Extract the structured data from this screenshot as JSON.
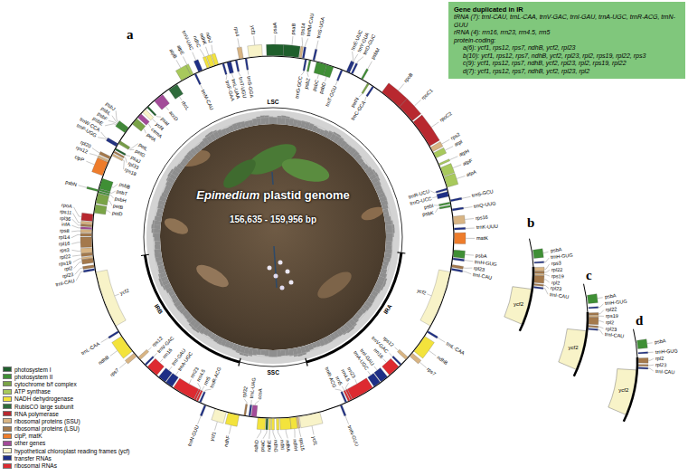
{
  "diagram": {
    "nodes": [
      {
        "text": [
          "Gene duplicated in IR",
          "tRNA (7): trnI-CAU, trnL-CAA, trnV-GAC, trnI-GAU, trnA-UGC, trnR-ACG, trnN-GUU",
          "rRNA (4): rrn16, rrn23, rrn4.5, rrn5",
          "protein-coding:",
          "a(6): ycf1, rps12, rps7, ndhB, ycf2, rpl23",
          "b(10): ycf1, rps12, rps7, ndhB, ycf2, rpl23, rpl2, rps19, rpl22, rps3",
          "c(9): ycf1, rps12, rps7, ndhB, ycf2, rpl23, rpl2, rps19, rpl22",
          "d(7): ycf1, rps12, rps7, ndhB, ycf2, rpl23, rpl2"
        ]
      }
    ],
    "labels": [
      "a",
      "b",
      "c",
      "d",
      "LSC",
      "IRB",
      "SSC",
      "IRA",
      "Epimedium",
      "plastid genome",
      "156,635 - 159,956 bp",
      "trnH-GUG",
      "psbA",
      "trnK-UUU",
      "matK",
      "rps16",
      "trnQ-UUG",
      "psbK",
      "psbI",
      "trnS-GCU",
      "trnG-UCC",
      "trnR-UCU",
      "atpA",
      "atpF",
      "atpH",
      "atpI",
      "rps2",
      "rpoC2",
      "rpoC1",
      "rpoB",
      "trnC-GCA",
      "petN",
      "psbM",
      "trnD-GUC",
      "trnY-GUA",
      "trnE-UUC",
      "trnT-GGU",
      "psbD",
      "psbC",
      "trnS-UGA",
      "psbZ",
      "trnG-GCC",
      "trnfM-CAU",
      "rps14",
      "psaB",
      "psaA",
      "ycf3",
      "trnS-GGA",
      "rps4",
      "trnT-UGU",
      "trnL-UAA",
      "trnF-GAA",
      "ndhJ",
      "ndhK",
      "ndhC",
      "trnV-UAC",
      "trnM-CAU",
      "atpE",
      "atpB",
      "rbcL",
      "accD",
      "psaI",
      "ycf4",
      "cemA",
      "petA",
      "psbJ",
      "psbL",
      "psbF",
      "psbE",
      "petL",
      "petG",
      "trnW-CCA",
      "trnP-UGG",
      "psaJ",
      "rpl33",
      "rps18",
      "rpl20",
      "rps12",
      "clpP",
      "psbB",
      "psbT",
      "psbN",
      "psbH",
      "petB",
      "petD",
      "rpoA",
      "rps11",
      "rpl36",
      "infA",
      "rps8",
      "rpl14",
      "rpl16",
      "rps3",
      "rpl22",
      "rps19",
      "rpl2",
      "rpl23",
      "trnI-CAU",
      "ycf2",
      "trnL-CAA",
      "ndhB",
      "rps7",
      "rps12",
      "trnV-GAC",
      "rrn16",
      "trnI-GAU",
      "trnA-UGC",
      "rrn23",
      "rrn4.5",
      "rrn5",
      "trnR-ACG",
      "trnN-GUU",
      "ycf1",
      "ndhF",
      "rpl32",
      "trnL-UAG",
      "ccsA",
      "ndhD",
      "psaC",
      "ndhE",
      "ndhG",
      "ndhI",
      "ndhA",
      "ndhH",
      "rps15",
      "ycf1",
      "trnN-GUU",
      "trnR-ACG",
      "rrn5",
      "rrn4.5",
      "rrn23",
      "trnA-UGC",
      "trnI-GAU",
      "rrn16",
      "trnV-GAC",
      "rps12",
      "rps7",
      "ndhB",
      "trnL-CAA",
      "ycf2",
      "trnI-CAU",
      "rpl23",
      "psbA",
      "trnH-GUG",
      "rps3",
      "rpl22",
      "rps19",
      "rpl2",
      "rpl23",
      "trnI-CAU",
      "ycf2",
      "psbA",
      "trnH-GUG",
      "rpl22",
      "rps19",
      "rpl2",
      "rpl23",
      "trnI-CAU",
      "ycf2",
      "psbA",
      "trnH-GUG",
      "rpl2",
      "rpl23",
      "trnI-CAU",
      "ycf2"
    ],
    "legend": [
      {
        "text": "photosystem I",
        "color": "#1f5f2c"
      },
      {
        "text": "photosystem II",
        "color": "#3f8f35"
      },
      {
        "text": "cytochrome b/f complex",
        "color": "#7aa447"
      },
      {
        "text": "ATP synthase",
        "color": "#a8c95c"
      },
      {
        "text": "NADH dehydrogenase",
        "color": "#f3e33c"
      },
      {
        "text": "RubisCO large subunit",
        "color": "#2f6b3c"
      },
      {
        "text": "RNA polymerase",
        "color": "#b8282f"
      },
      {
        "text": "ribosomal proteins (SSU)",
        "color": "#d8b483"
      },
      {
        "text": "ribosomal proteins (LSU)",
        "color": "#a4794c"
      },
      {
        "text": "clpP, matK",
        "color": "#ee7c2b"
      },
      {
        "text": "other genes",
        "color": "#a34b99"
      },
      {
        "text": "hypothetical chloroplast reading frames (ycf)",
        "color": "#f8f3c8"
      },
      {
        "text": "transfer RNAs",
        "color": "#1e2f86"
      },
      {
        "text": "ribosomal RNAs",
        "color": "#dd2a30"
      }
    ]
  }
}
